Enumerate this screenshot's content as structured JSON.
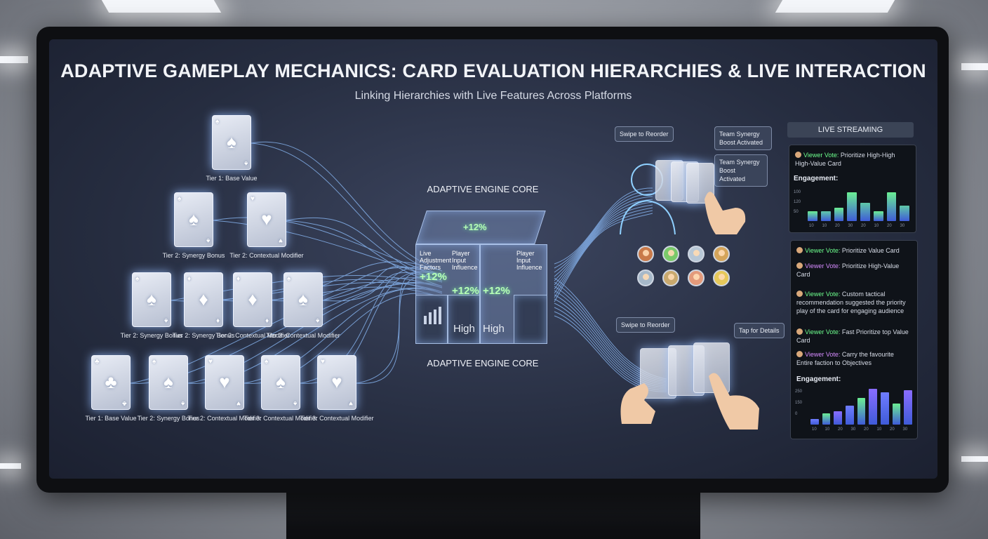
{
  "title": "ADAPTIVE GAMEPLAY MECHANICS: CARD EVALUATION HIERARCHIES & LIVE INTERACTION",
  "subtitle": "Linking Hierarchies with Live Features Across Platforms",
  "pyramid": {
    "row1": [
      {
        "suit": "♠",
        "label": "Tier 1: Base Value"
      }
    ],
    "row2": [
      {
        "suit": "♠",
        "label": "Tier 2: Synergy Bonus"
      },
      {
        "suit": "♥",
        "label": "Tier 2: Contextual Modifier"
      }
    ],
    "row3": [
      {
        "suit": "♠",
        "label": "Tier 2: Synergy Bonus"
      },
      {
        "suit": "♦",
        "label": "Tier 2: Synergy Bonus"
      },
      {
        "suit": "♦",
        "label": "Tier 2: Contextual Modifier"
      },
      {
        "suit": "♠",
        "label": "Tier 3: Contextual Modifier"
      }
    ],
    "row4": [
      {
        "suit": "♣",
        "label": "Tier 1: Base Value"
      },
      {
        "suit": "♠",
        "label": "Tier 2: Synergy Bonus"
      },
      {
        "suit": "♥",
        "label": "Tier 2: Contextual Modifier"
      },
      {
        "suit": "♠",
        "label": "Tier 3: Contextual Modifier"
      },
      {
        "suit": "♥",
        "label": "Tier 3: Contextual Modifier"
      }
    ]
  },
  "core": {
    "label_top": "ADAPTIVE ENGINE CORE",
    "label_bottom": "ADAPTIVE ENGINE CORE",
    "face_live": "Live Adjustment Factors",
    "face_player": "Player Input Influence",
    "face_player2": "Player Input Influence",
    "pct1": "+12%",
    "pct2": "+12%",
    "pct3": "+12%",
    "pct4": "+12%",
    "high1": "High",
    "high2": "High"
  },
  "interaction": {
    "swipe_top": "Swipe to Reorder",
    "synergy1": "Team Synergy Boost Activated",
    "synergy2": "Team Synergy Boost Activated",
    "swipe_bottom": "Swipe to Reorder",
    "tap": "Tap for Details"
  },
  "live": {
    "title": "LIVE STREAMING",
    "top_vote": {
      "who": "Viewer Vote:",
      "text": "Prioritize High-High High-Value Card"
    },
    "engagement1": "Engagement:",
    "axis1_y": [
      "100",
      "120",
      "50"
    ],
    "axis1_x": [
      "10",
      "10",
      "20",
      "30",
      "20",
      "10",
      "20",
      "30"
    ],
    "chart1": [
      0.3,
      0.3,
      0.4,
      0.85,
      0.55,
      0.3,
      0.85,
      0.45
    ],
    "votes": [
      {
        "who": "Viewer Vote:",
        "text": "Prioritize Value Card",
        "purple": false
      },
      {
        "who": "Viewer Vote:",
        "text": "Prioritize High-Value Card",
        "purple": true
      },
      {
        "who": "Viewer Vote:",
        "text": "Custom tactical recommendation suggested the priority play of the card for engaging audience",
        "purple": false
      },
      {
        "who": "Viewer Vote:",
        "text": "Fast Prioritize top Value Card",
        "purple": false
      },
      {
        "who": "Viewer Vote:",
        "text": "Carry the favourite Entire faction to Objectives",
        "purple": true
      }
    ],
    "engagement2": "Engagement:",
    "axis2_y": [
      "250",
      "150",
      "0"
    ],
    "axis2_x": [
      "10",
      "10",
      "20",
      "30",
      "20",
      "10",
      "20",
      "30"
    ],
    "chart2": [
      0.15,
      0.3,
      0.35,
      0.5,
      0.7,
      0.95,
      0.85,
      0.55,
      0.9
    ]
  },
  "colors": {
    "accent": "#6dff8d",
    "glow": "#7fb2ff",
    "bar_green": "#6bee93",
    "bar_blue": "#6f7dff"
  }
}
